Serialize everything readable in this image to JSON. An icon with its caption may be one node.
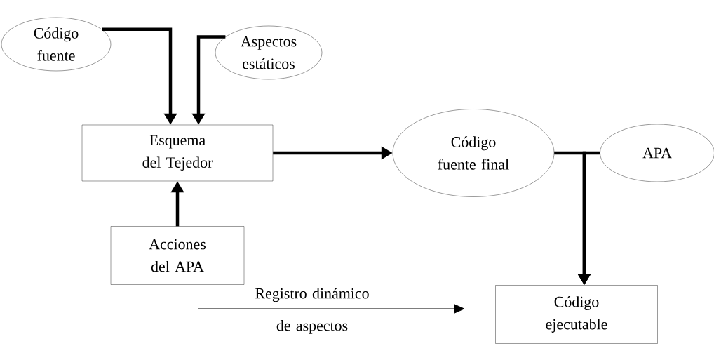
{
  "diagram": {
    "nodes": [
      {
        "text": [
          "Código fuente"
        ]
      },
      {
        "text": [
          "Aspectos estáticos"
        ]
      },
      {
        "text": [
          "Esquema del Tejedor"
        ]
      },
      {
        "text": [
          "Código fuente final"
        ]
      },
      {
        "text": [
          "APA"
        ]
      },
      {
        "text": [
          "Acciones del APA"
        ]
      },
      {
        "text": [
          "Código ejecutable"
        ]
      }
    ],
    "edges": [
      {
        "from": 0,
        "to": 2,
        "arrow": "to"
      },
      {
        "from": 1,
        "to": 2,
        "arrow": "to"
      },
      {
        "from": 5,
        "to": 2,
        "arrow": "to"
      },
      {
        "from": 2,
        "to": 3,
        "arrow": "to"
      },
      {
        "from": 3,
        "to": 6,
        "arrow": "to"
      },
      {
        "from": 4,
        "to": 6,
        "arrow": "to"
      }
    ],
    "legend": [
      {
        "text": "Registro dinámico de aspectos"
      }
    ]
  }
}
